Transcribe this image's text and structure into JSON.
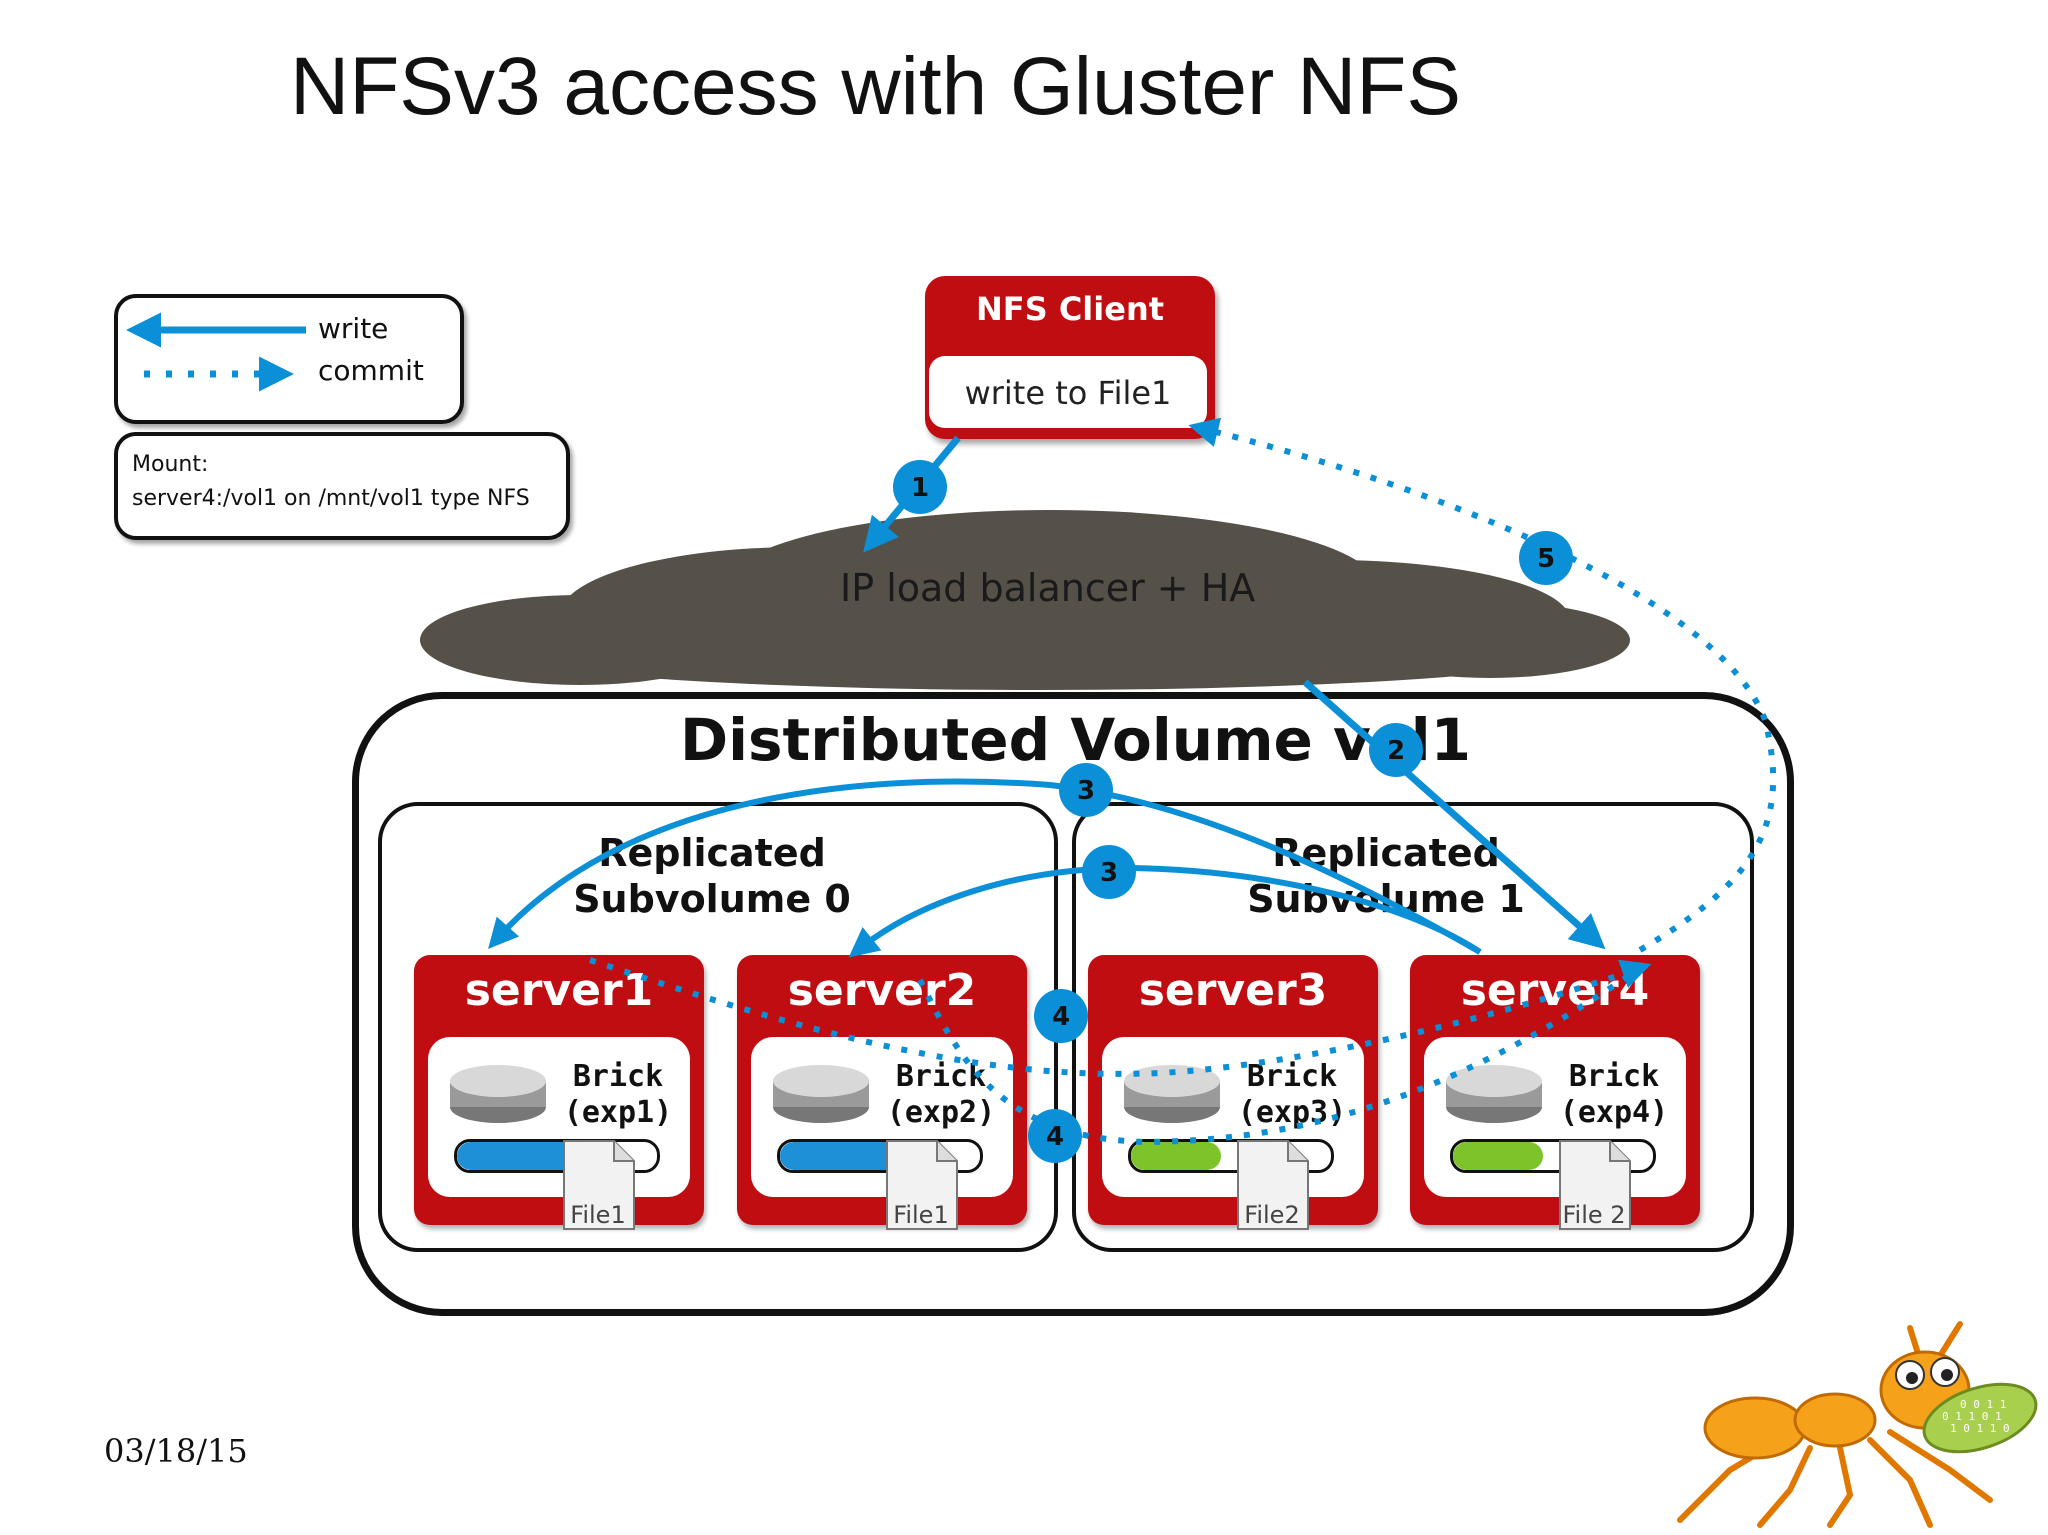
{
  "slide": {
    "title": "NFSv3 access with Gluster NFS",
    "date": "03/18/15"
  },
  "legend": {
    "write_label": "write",
    "commit_label": "commit",
    "mount_title": "Mount:",
    "mount_text": "server4:/vol1 on /mnt/vol1 type NFS"
  },
  "client": {
    "title": "NFS Client",
    "action": "write to File1"
  },
  "network": {
    "label": "IP load balancer + HA"
  },
  "volume": {
    "title": "Distributed Volume vol1",
    "subvolumes": [
      {
        "label_line1": "Replicated",
        "label_line2": "Subvolume 0"
      },
      {
        "label_line1": "Replicated",
        "label_line2": "Subvolume 1"
      }
    ],
    "servers": [
      {
        "name": "server1",
        "brick_line1": "Brick",
        "brick_line2": "(exp1)",
        "file": "File1",
        "fill_color": "#1e90d8"
      },
      {
        "name": "server2",
        "brick_line1": "Brick",
        "brick_line2": "(exp2)",
        "file": "File1",
        "fill_color": "#1e90d8"
      },
      {
        "name": "server3",
        "brick_line1": "Brick",
        "brick_line2": "(exp3)",
        "file": "File2",
        "fill_color": "#7dc42a"
      },
      {
        "name": "server4",
        "brick_line1": "Brick",
        "brick_line2": "(exp4)",
        "file": "File 2",
        "fill_color": "#7dc42a"
      }
    ]
  },
  "steps": {
    "s1": "1",
    "s2": "2",
    "s3a": "3",
    "s3b": "3",
    "s4a": "4",
    "s4b": "4",
    "s5": "5"
  },
  "colors": {
    "server_red": "#c00d12",
    "arrow_blue": "#0b8fd6",
    "cloud_gray": "#555048"
  }
}
